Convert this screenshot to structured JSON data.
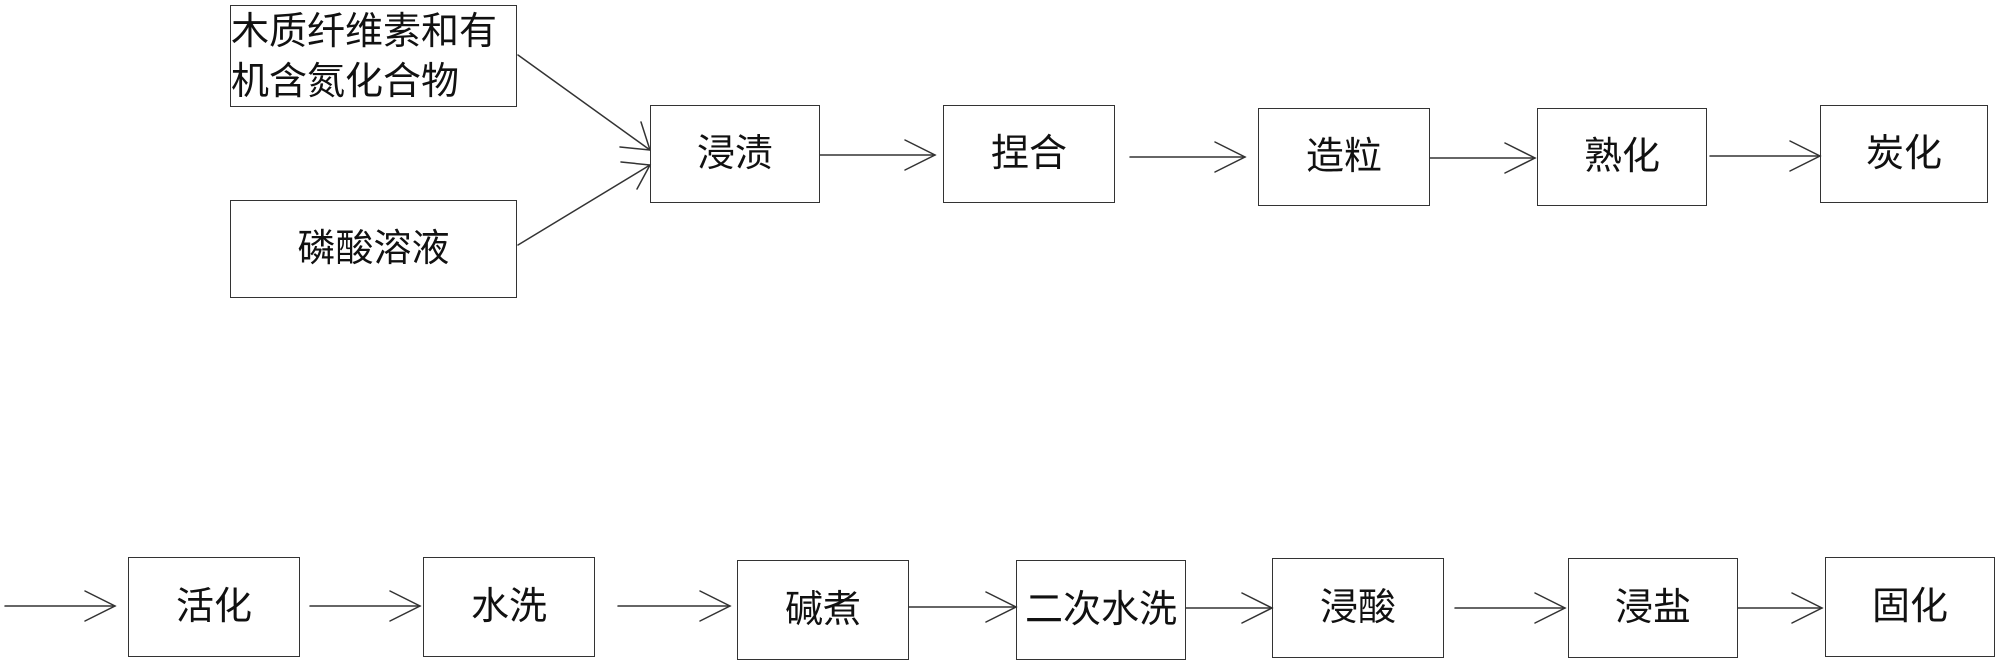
{
  "inputs": {
    "raw1": "木质纤维素和有机含氮化合物",
    "raw2": "磷酸溶液"
  },
  "row1": [
    "浸渍",
    "捏合",
    "造粒",
    "熟化",
    "炭化"
  ],
  "row2": [
    "活化",
    "水洗",
    "碱煮",
    "二次水洗",
    "浸酸",
    "浸盐",
    "固化"
  ]
}
